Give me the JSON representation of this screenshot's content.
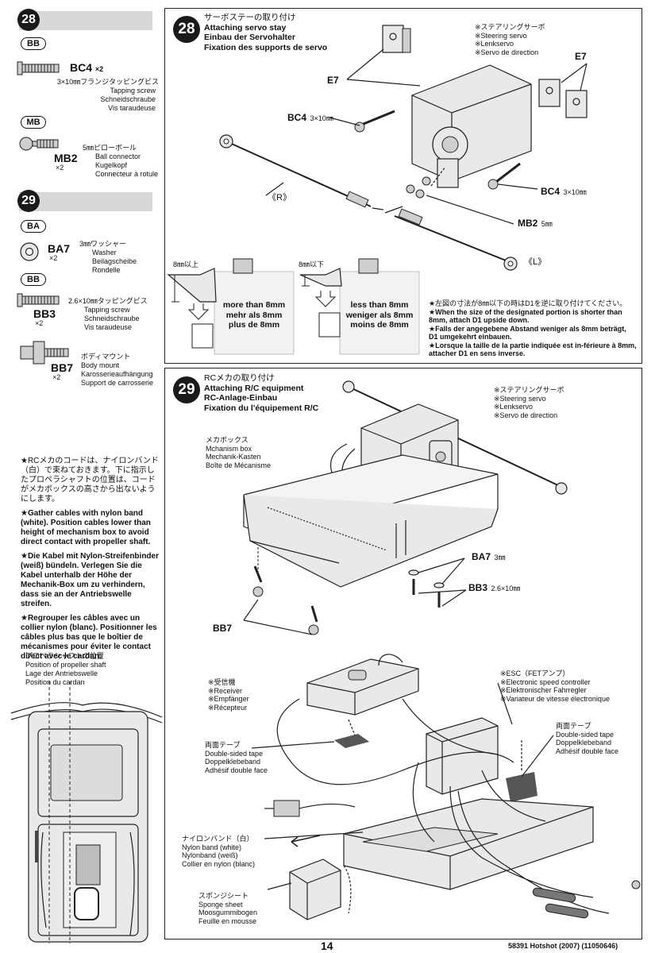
{
  "left": {
    "step28": {
      "badge": "28",
      "bag1": "BB",
      "bc4": {
        "code": "BC4",
        "qty": "×2",
        "desc": [
          "3×10㎜フランジタッピングビス",
          "Tapping screw",
          "Schneidschraube",
          "Vis taraudeuse"
        ]
      },
      "bag2": "MB",
      "mb2": {
        "code": "MB2",
        "qty": "×2",
        "desc": [
          "5㎜ピローボール",
          "Ball connector",
          "Kugelkopf",
          "Connecteur à rotule"
        ]
      }
    },
    "step29": {
      "badge": "29",
      "bag1": "BA",
      "ba7": {
        "code": "BA7",
        "qty": "×2",
        "desc": [
          "3㎜ワッシャー",
          "Washer",
          "Beilagscheibe",
          "Rondelle"
        ]
      },
      "bag2": "BB",
      "bb3": {
        "code": "BB3",
        "qty": "×2",
        "desc": [
          "2.6×10㎜タッピングビス",
          "Tapping screw",
          "Schneidschraube",
          "Vis taraudeuse"
        ]
      },
      "bb7": {
        "code": "BB7",
        "qty": "×2",
        "desc": [
          "ボディマウント",
          "Body mount",
          "Karosserieaufhängung",
          "Support de carrosserie"
        ]
      }
    },
    "notes": [
      "★RCメカのコードは、ナイロンバンド（白）で束ねておきます。下に指示したプロペラシャフトの位置は、コードがメカボックスの高さから出ないようにします。",
      "★Gather cables with nylon band (white). Position cables lower than height of mechanism box to avoid direct contact with propeller shaft.",
      "★Die Kabel mit Nylon-Streifenbinder (weiß) bündeln. Verlegen Sie die Kabel unterhalb der Höhe der Mechanik-Box um zu verhindern, dass sie an der Antriebswelle streifen.",
      "★Regrouper les câbles avec un collier nylon (blanc). Positionner les câbles plus bas que le boîtier de mécanismes pour éviter le contact direct avec le cardan."
    ],
    "shaft_label": [
      "プロペラシャフトの位置",
      "Position of propeller shaft",
      "Lage der Antriebswelle",
      "Position du cardan"
    ]
  },
  "panel28": {
    "badge": "28",
    "title": [
      "サーボステーの取り付け",
      "Attaching servo stay",
      "Einbau der Servohalter",
      "Fixation des supports de servo"
    ],
    "servo_label": [
      "※ステアリングサーボ",
      "※Steering servo",
      "※Lenkservo",
      "※Servo de direction"
    ],
    "e7_left": "E7",
    "e7_right": "E7",
    "bc4_left": "BC4",
    "bc4_left_size": "3×10㎜",
    "bc4_right": "BC4",
    "bc4_right_size": "3×10㎜",
    "mb2": "MB2",
    "mb2_size": "5㎜",
    "r_label": "《R》",
    "l_label": "《L》",
    "over_label": "8㎜以上",
    "under_label": "8㎜以下",
    "over_text": [
      "more than 8mm",
      "mehr als 8mm",
      "plus de 8mm"
    ],
    "under_text": [
      "less than 8mm",
      "weniger als 8mm",
      "moins de 8mm"
    ],
    "notes": [
      "★左図の寸法が8㎜以下の時はD1を逆に取り付けてください。",
      "★When the size of the designated portion is shorter than 8mm, attach D1 upside down.",
      "★Falls der angegebene Abstand weniger als 8mm beträgt, D1 umgekehrt einbauen.",
      "★Lorsque la taille de la partie indiquée est in-férieure à 8mm, attacher D1 en sens inverse."
    ]
  },
  "panel29": {
    "badge": "29",
    "title": [
      "RCメカの取り付け",
      "Attaching R/C equipment",
      "RC-Anlage-Einbau",
      "Fixation du l'équipement R/C"
    ],
    "servo_label": [
      "※ステアリングサーボ",
      "※Steering servo",
      "※Lenkservo",
      "※Servo de direction"
    ],
    "mech_box": [
      "メカボックス",
      "Mchanism box",
      "Mechanik-Kasten",
      "Boîte de Mécanisme"
    ],
    "ba7": "BA7",
    "ba7_size": "3㎜",
    "bb3": "BB3",
    "bb3_size": "2.6×10㎜",
    "bb7": "BB7",
    "receiver": [
      "※受信機",
      "※Receiver",
      "※Empfänger",
      "※Récepteur"
    ],
    "esc": [
      "※ESC（FETアンプ）",
      "※Electronic speed controller",
      "※Elektronischer Fahrregler",
      "※Variateur de vitesse électronique"
    ],
    "tape_left": [
      "両面テープ",
      "Double-sided tape",
      "Doppelklebeband",
      "Adhésif double face"
    ],
    "tape_right": [
      "両面テープ",
      "Double-sided tape",
      "Doppelklebeband",
      "Adhésif double face"
    ],
    "nylon": [
      "ナイロンバンド（白）",
      "Nylon band (white)",
      "Nylonband (weiß)",
      "Collier en nylon (blanc)"
    ],
    "sponge": [
      "スポンジシート",
      "Sponge sheet",
      "Moosgummibogen",
      "Feuille en mousse"
    ]
  },
  "footer": {
    "page": "14",
    "code": "58391 Hotshot (2007) (11050646)"
  }
}
